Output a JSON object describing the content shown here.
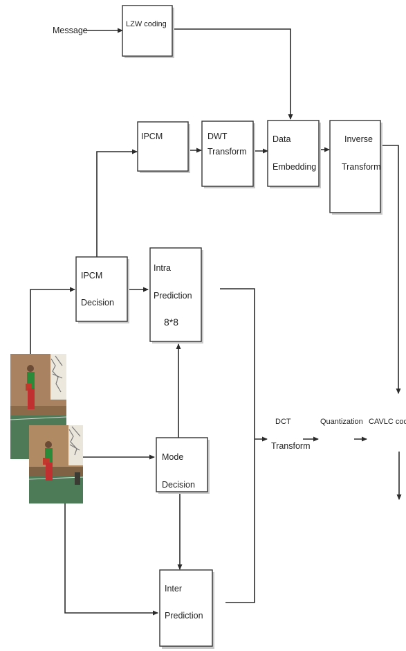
{
  "inputs": {
    "message": "Message"
  },
  "blocks": {
    "lzw": "LZW coding",
    "ipcm": "IPCM",
    "dwt": [
      "DWT",
      "Transform"
    ],
    "embed": [
      "Data",
      "Embedding"
    ],
    "inverse": [
      "Inverse",
      "Transform"
    ],
    "ipcm_decision": [
      "IPCM",
      "Decision"
    ],
    "intra": [
      "Intra",
      "Prediction",
      "8*8"
    ],
    "mode": [
      "Mode",
      "Decision"
    ],
    "inter": [
      "Inter",
      "Prediction"
    ]
  },
  "stages": {
    "dct": [
      "DCT",
      "Transform"
    ],
    "quant": "Quantization",
    "cavlc": "CAVLC coding"
  },
  "colors": {
    "line": "#2b2b2b",
    "box_border": "#333333",
    "shadow": "#c9c9c9"
  }
}
